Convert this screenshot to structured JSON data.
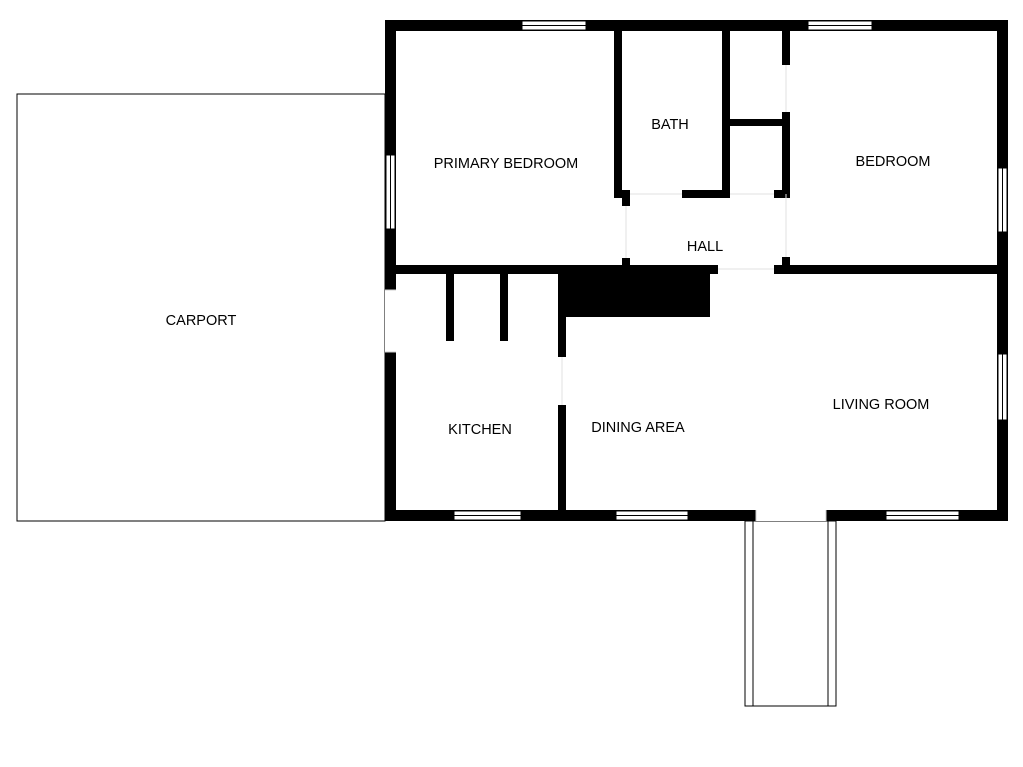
{
  "colors": {
    "wall": "#000000",
    "background": "#ffffff",
    "window_fill": "#ffffff"
  },
  "rooms": {
    "carport": "CARPORT",
    "primary_bedroom": "PRIMARY BEDROOM",
    "bath": "BATH",
    "bedroom": "BEDROOM",
    "hall": "HALL",
    "kitchen": "KITCHEN",
    "dining_area": "DINING AREA",
    "living_room": "LIVING ROOM"
  }
}
